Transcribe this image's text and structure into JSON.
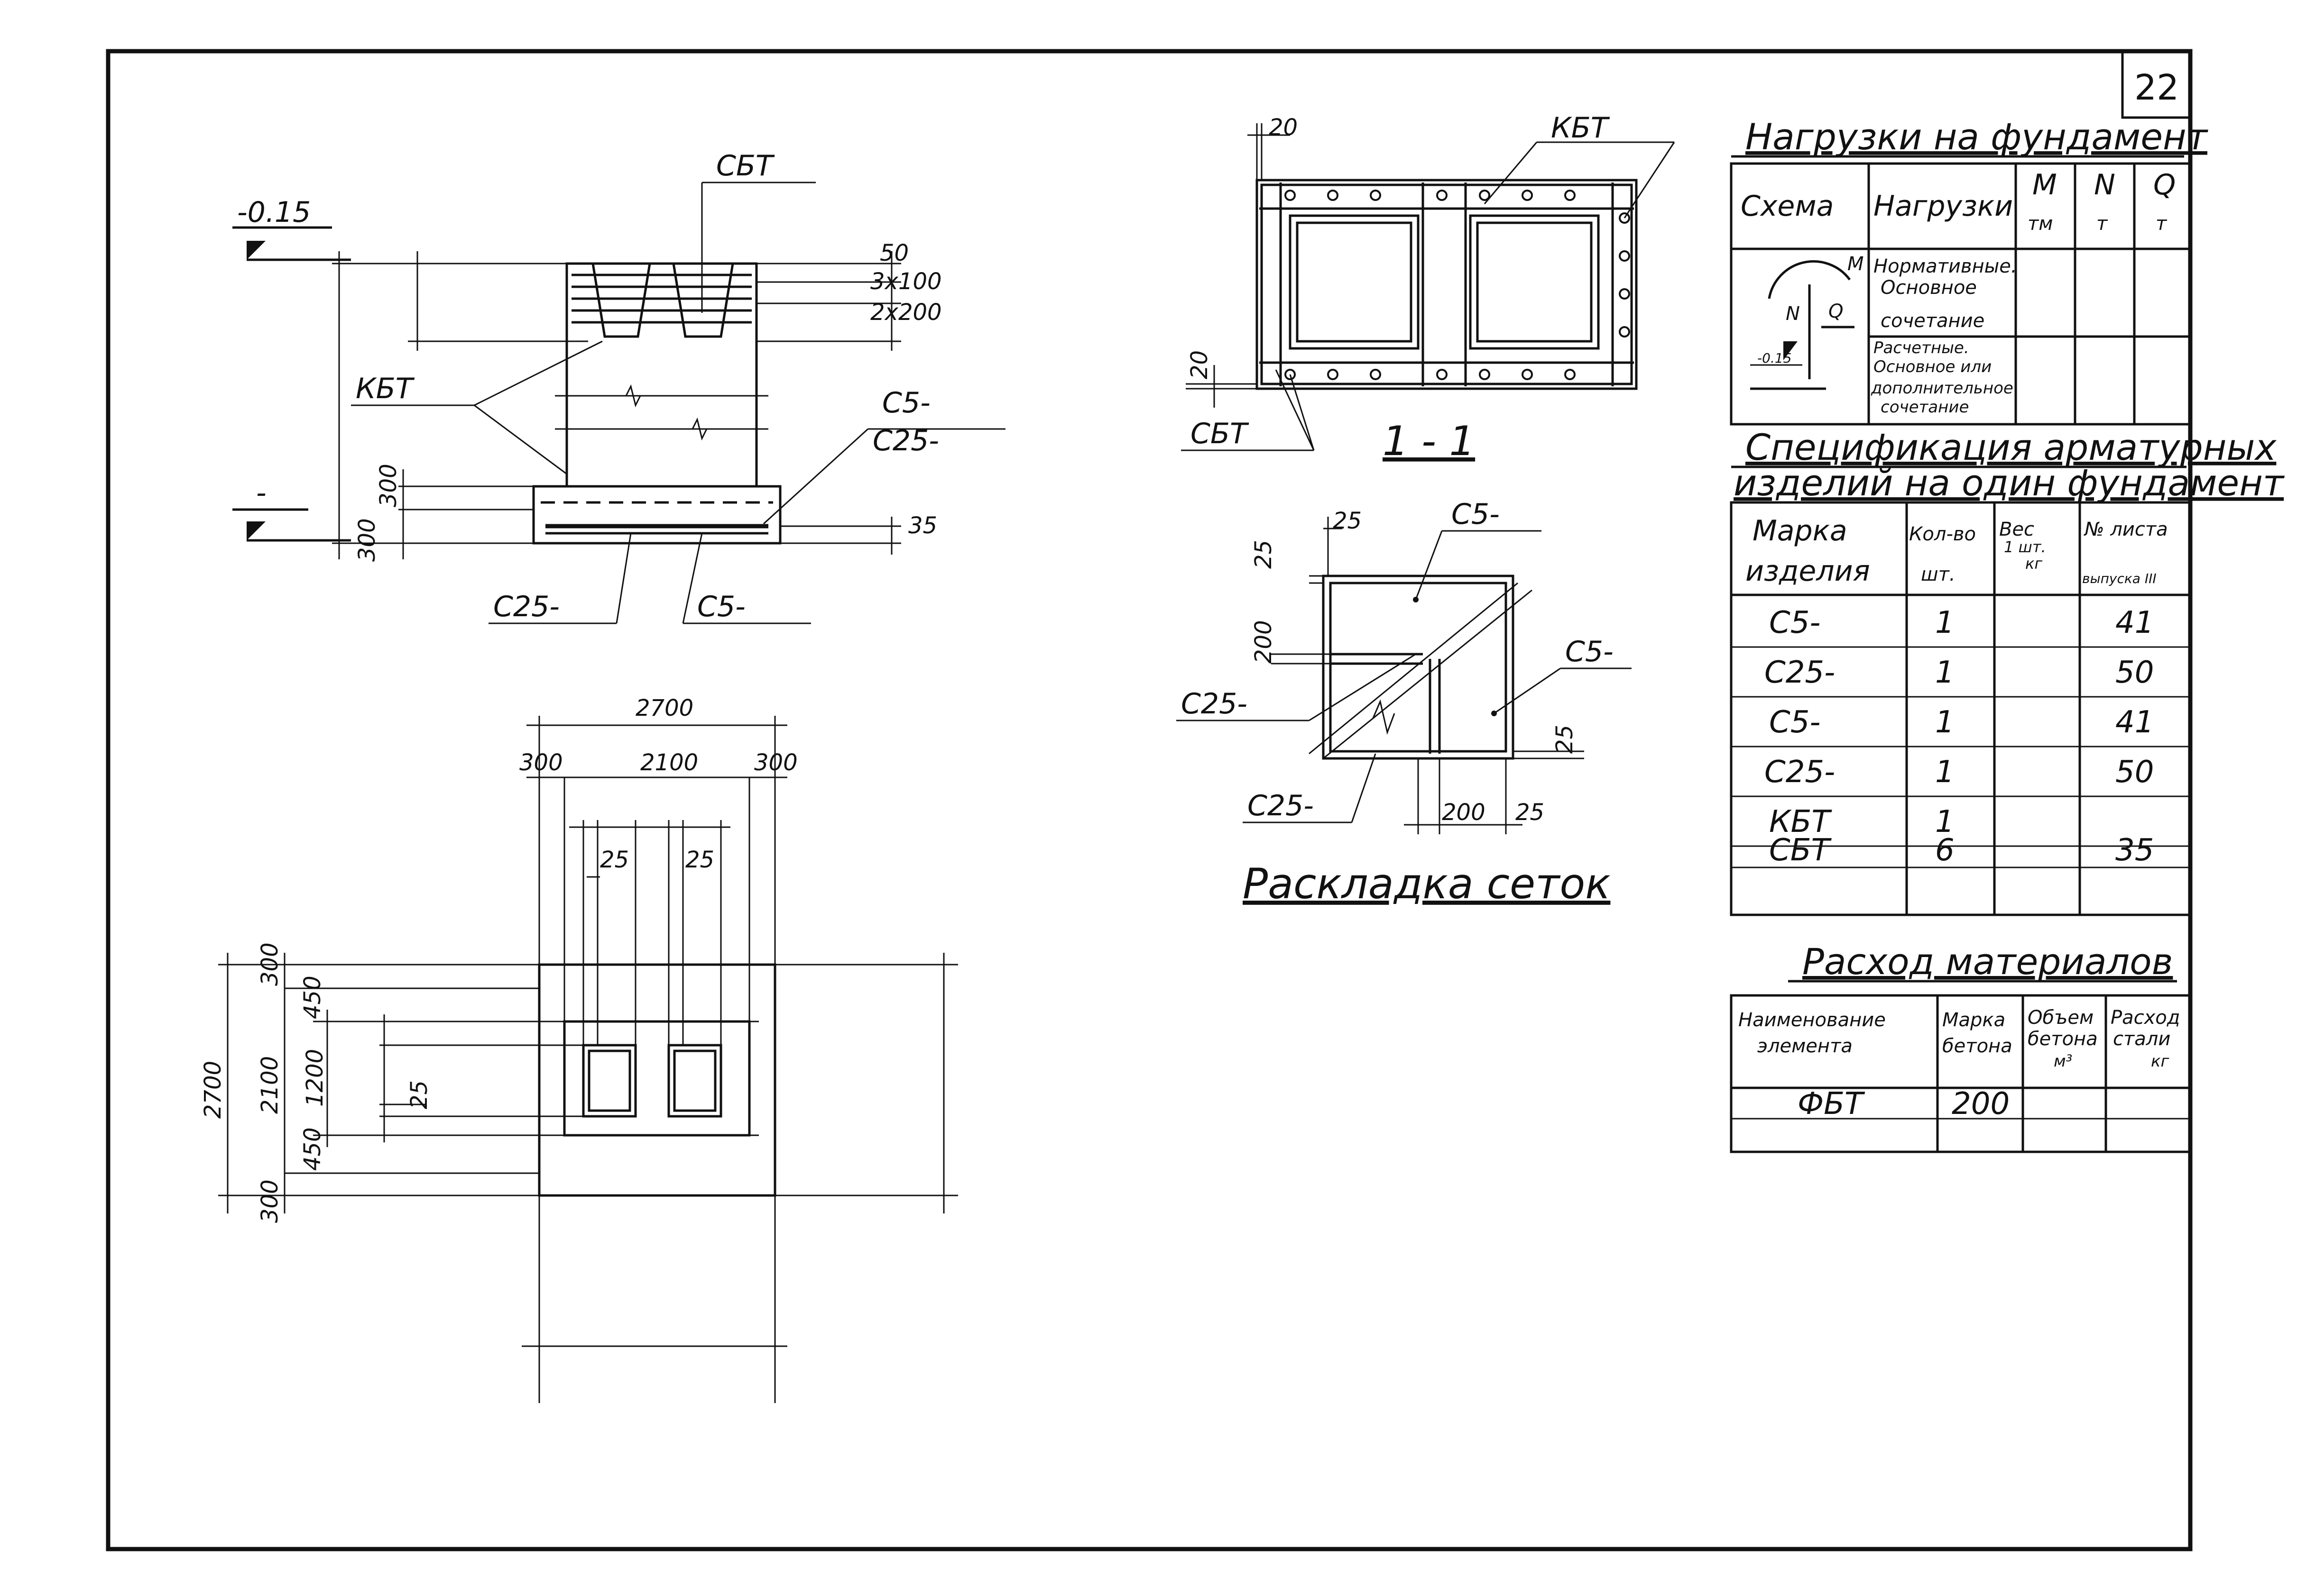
{
  "sheet_number": "22",
  "elevation": {
    "level_top": "-0.15",
    "level_bottom": "-",
    "labels": {
      "sbt": "СБТ",
      "kbt": "КБТ",
      "c5_c25_a": "С5-",
      "c5_c25_b": "С25-",
      "c25": "С25-",
      "c5": "С5-"
    },
    "dims": {
      "d50": "50",
      "d3x100": "3x100",
      "d2x200": "2x200",
      "d35": "35",
      "d300a": "300",
      "d300b": "300"
    }
  },
  "plan": {
    "dims": {
      "total": "2700",
      "left": "300",
      "mid": "2100",
      "right": "300",
      "g1": "25",
      "g2": "25",
      "v_total": "2700",
      "v300a": "300",
      "v2100": "2100",
      "v450a": "450",
      "v1200": "1200",
      "v450b": "450",
      "v300b": "300",
      "v25": "25"
    }
  },
  "section": {
    "title": "1 - 1",
    "labels": {
      "kbt": "КБТ",
      "sbt": "СБТ"
    },
    "dims": {
      "top": "20",
      "side": "20"
    }
  },
  "mesh_layout": {
    "title": "Раскладка сеток",
    "labels": {
      "c5_top": "С5-",
      "c5_right": "С5-",
      "c25_left": "С25-",
      "c25_bottom": "С25-"
    },
    "dims": {
      "d25a": "25",
      "d25b": "25",
      "d200a": "200",
      "d25c": "25",
      "d200b": "200",
      "d25d": "25"
    }
  },
  "loads": {
    "title": "Нагрузки на фундамент",
    "headers": [
      "Схема",
      "Нагрузки",
      "M",
      "тм",
      "N",
      "т",
      "Q",
      "т"
    ],
    "scheme": {
      "m": "M",
      "n": "N",
      "q": "Q",
      "lvl": "-0.15"
    },
    "rows": [
      [
        "Нормативные.",
        "Основное",
        "сочетание"
      ],
      [
        "Расчетные.",
        "Основное или",
        "дополнительное",
        "сочетание"
      ]
    ]
  },
  "spec": {
    "title_1": "Спецификация арматурных",
    "title_2": "изделий на один фундамент",
    "headers": [
      "Марка",
      "изделия",
      "Кол-во",
      "шт.",
      "Вес",
      "1 шт.",
      "кг",
      "№ листа",
      "выпуска III"
    ],
    "rows": [
      {
        "mark": "С5-",
        "qty": "1",
        "weight": "",
        "sheet": "41"
      },
      {
        "mark": "С25-",
        "qty": "1",
        "weight": "",
        "sheet": "50"
      },
      {
        "mark": "С5-",
        "qty": "1",
        "weight": "",
        "sheet": "41"
      },
      {
        "mark": "С25-",
        "qty": "1",
        "weight": "",
        "sheet": "50"
      },
      {
        "mark": "КБТ",
        "qty": "1",
        "weight": "",
        "sheet": ""
      },
      {
        "mark": "СБТ",
        "qty": "6",
        "weight": "",
        "sheet": "35"
      }
    ]
  },
  "materials": {
    "title": "Расход материалов",
    "headers": [
      "Наименование",
      "элемента",
      "Марка",
      "бетона",
      "Объем",
      "бетона",
      "м³",
      "Расход",
      "стали",
      "кг"
    ],
    "rows": [
      {
        "name": "ФБТ",
        "grade": "200",
        "volume": "",
        "steel": ""
      }
    ]
  }
}
